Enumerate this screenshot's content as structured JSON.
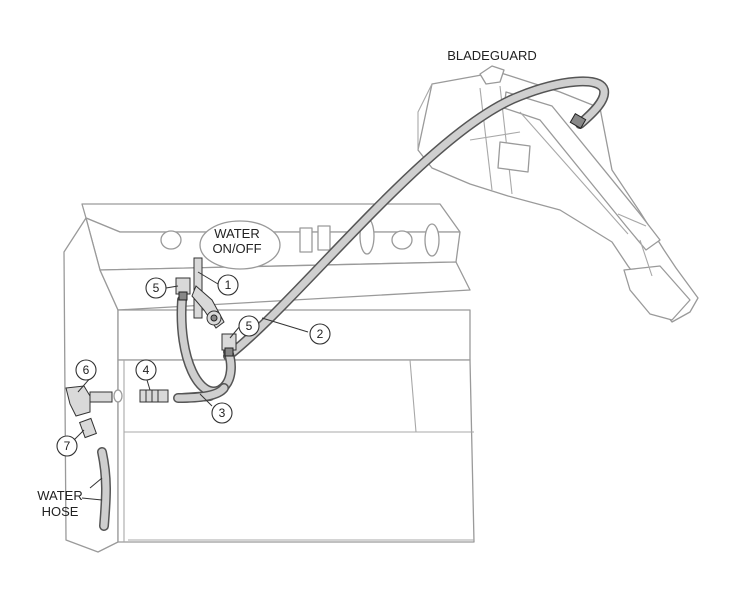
{
  "labels": {
    "bladeguard": "BLADEGUARD",
    "water_on_off_line1": "WATER",
    "water_on_off_line2": "ON/OFF",
    "water_hose_line1": "WATER",
    "water_hose_line2": "HOSE"
  },
  "callouts": [
    {
      "id": "c1",
      "number": "1"
    },
    {
      "id": "c2",
      "number": "2"
    },
    {
      "id": "c3",
      "number": "3"
    },
    {
      "id": "c4",
      "number": "4"
    },
    {
      "id": "c5a",
      "number": "5"
    },
    {
      "id": "c5b",
      "number": "5"
    },
    {
      "id": "c6",
      "number": "6"
    },
    {
      "id": "c7",
      "number": "7"
    }
  ]
}
